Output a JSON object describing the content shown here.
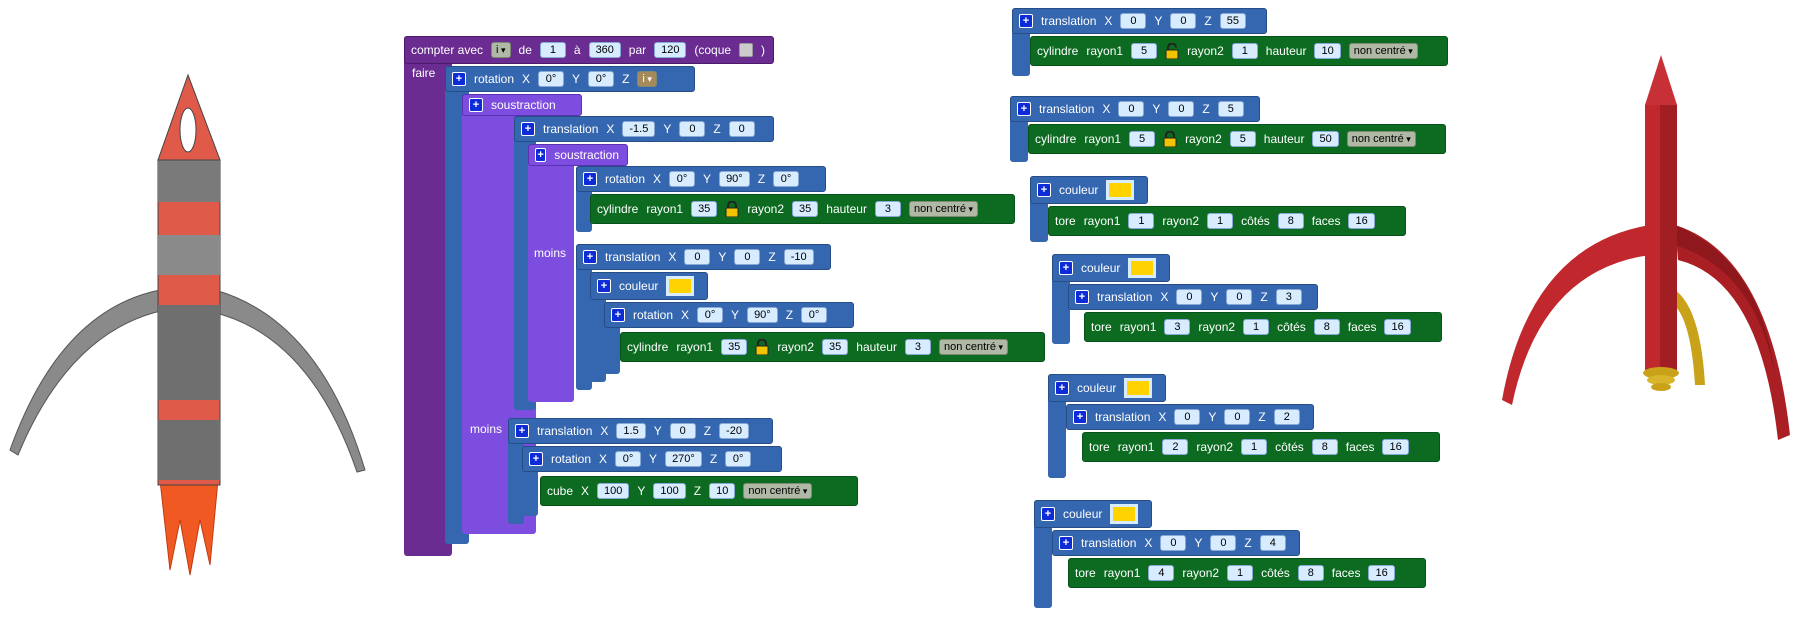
{
  "for_loop": {
    "label_count": "compter avec",
    "var": "i",
    "label_from": "de",
    "from": "1",
    "label_to": "à",
    "to": "360",
    "label_by": "par",
    "by": "120",
    "label_shell": "(coque",
    "label_shell_close": ")",
    "label_do": "faire"
  },
  "rotation_outer": {
    "label": "rotation",
    "x": "0°",
    "y": "0°",
    "z": "i"
  },
  "sub1": {
    "label": "soustraction",
    "minus_label": "moins"
  },
  "translation_a": {
    "label": "translation",
    "x": "-1.5",
    "y": "0",
    "z": "0"
  },
  "sub2": {
    "label": "soustraction",
    "minus_label": "moins"
  },
  "rotation_a": {
    "label": "rotation",
    "x": "0°",
    "y": "90°",
    "z": "0°"
  },
  "cyl_a": {
    "label": "cylindre",
    "r1_label": "rayon1",
    "r1": "35",
    "r2_label": "rayon2",
    "r2": "35",
    "h_label": "hauteur",
    "h": "3",
    "mode": "non centré"
  },
  "translation_b": {
    "label": "translation",
    "x": "0",
    "y": "0",
    "z": "-10"
  },
  "color_b": {
    "label": "couleur"
  },
  "rotation_b": {
    "label": "rotation",
    "x": "0°",
    "y": "90°",
    "z": "0°"
  },
  "cyl_b": {
    "label": "cylindre",
    "r1_label": "rayon1",
    "r1": "35",
    "r2_label": "rayon2",
    "r2": "35",
    "h_label": "hauteur",
    "h": "3",
    "mode": "non centré"
  },
  "translation_c": {
    "label": "translation",
    "x": "1.5",
    "y": "0",
    "z": "-20"
  },
  "rotation_c": {
    "label": "rotation",
    "x": "0°",
    "y": "270°",
    "z": "0°"
  },
  "cube_c": {
    "label": "cube",
    "x": "100",
    "y": "100",
    "z": "10",
    "mode": "non centré"
  },
  "r1_translation": {
    "label": "translation",
    "x": "0",
    "y": "0",
    "z": "55"
  },
  "r1_cyl": {
    "label": "cylindre",
    "r1_label": "rayon1",
    "r1": "5",
    "r2_label": "rayon2",
    "r2": "1",
    "h_label": "hauteur",
    "h": "10",
    "mode": "non centré"
  },
  "r2_translation": {
    "label": "translation",
    "x": "0",
    "y": "0",
    "z": "5"
  },
  "r2_cyl": {
    "label": "cylindre",
    "r1_label": "rayon1",
    "r1": "5",
    "r2_label": "rayon2",
    "r2": "5",
    "h_label": "hauteur",
    "h": "50",
    "mode": "non centré"
  },
  "r3_color": {
    "label": "couleur"
  },
  "r3_tore": {
    "label": "tore",
    "r1_label": "rayon1",
    "r1": "1",
    "r2_label": "rayon2",
    "r2": "1",
    "sides_label": "côtés",
    "sides": "8",
    "faces_label": "faces",
    "faces": "16"
  },
  "r4_color": {
    "label": "couleur"
  },
  "r4_translation": {
    "label": "translation",
    "x": "0",
    "y": "0",
    "z": "3"
  },
  "r4_tore": {
    "label": "tore",
    "r1_label": "rayon1",
    "r1": "3",
    "r2_label": "rayon2",
    "r2": "1",
    "sides_label": "côtés",
    "sides": "8",
    "faces_label": "faces",
    "faces": "16"
  },
  "r5_color": {
    "label": "couleur"
  },
  "r5_translation": {
    "label": "translation",
    "x": "0",
    "y": "0",
    "z": "2"
  },
  "r5_tore": {
    "label": "tore",
    "r1_label": "rayon1",
    "r1": "2",
    "r2_label": "rayon2",
    "r2": "1",
    "sides_label": "côtés",
    "sides": "8",
    "faces_label": "faces",
    "faces": "16"
  },
  "r6_color": {
    "label": "couleur"
  },
  "r6_translation": {
    "label": "translation",
    "x": "0",
    "y": "0",
    "z": "4"
  },
  "r6_tore": {
    "label": "tore",
    "r1_label": "rayon1",
    "r1": "4",
    "r2_label": "rayon2",
    "r2": "1",
    "sides_label": "côtés",
    "sides": "8",
    "faces_label": "faces",
    "faces": "16"
  },
  "axis": {
    "x": "X",
    "y": "Y",
    "z": "Z"
  },
  "colors": {
    "purple": "#6a2c91",
    "violet": "#7c4dde",
    "blue": "#3567b0",
    "green": "#0c6b21",
    "yellow": "#ffd200",
    "rocket_red": "#c0282d"
  }
}
